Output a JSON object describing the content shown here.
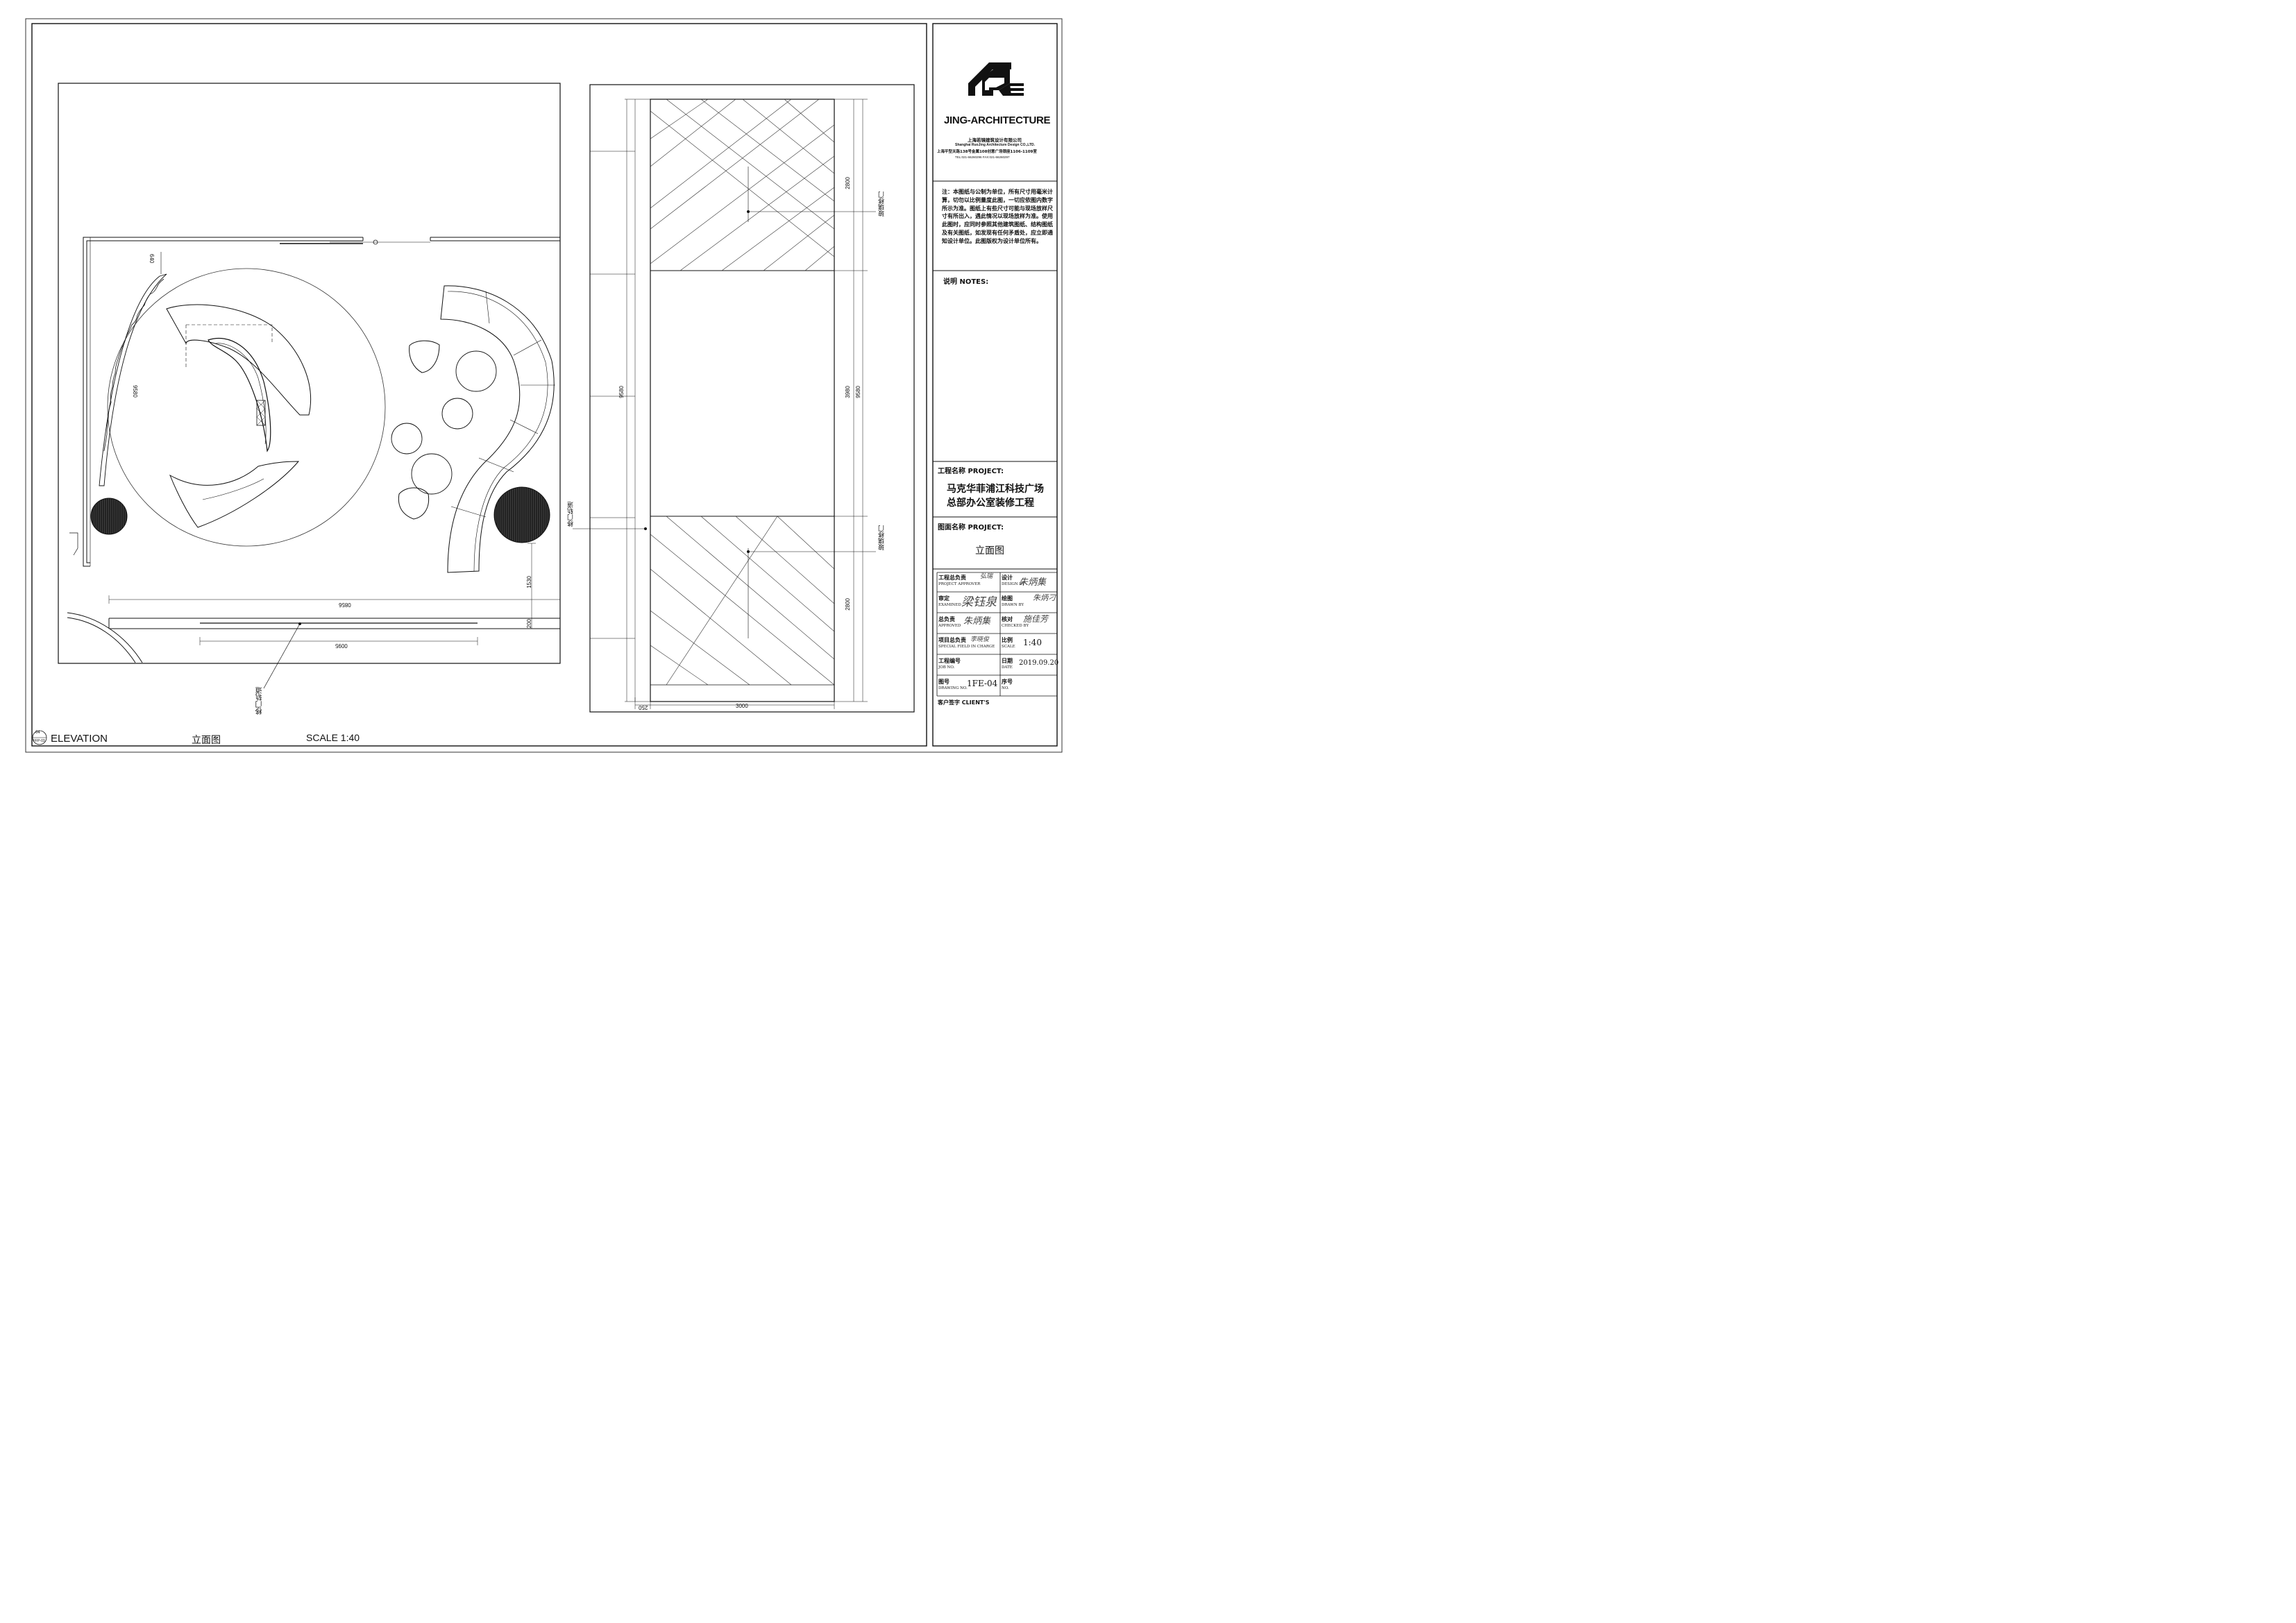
{
  "sheet": {
    "elevation_label": "ELEVATION",
    "elevation_cn": "立面图",
    "scale_label": "SCALE   1:40",
    "bubble_top": "04",
    "bubble_bottom": "FFP-03"
  },
  "plan": {
    "dim_640": "640",
    "dim_9580": "9580",
    "dim_5600_a": "0856",
    "dim_5600_b": "0095",
    "dim_1530": "1530",
    "dim_200": "200",
    "door_track": "移门轨道"
  },
  "elevation": {
    "dim_2800_top": "2800",
    "dim_3980": "3980",
    "dim_9580_right": "9580",
    "dim_9580_left": "9580",
    "dim_2800_bottom": "2800",
    "dim_250": "250",
    "dim_3000": "3000",
    "glass_door_top": "玻璃移门",
    "glass_door_bottom": "玻璃移门",
    "door_track_left": "移门轨道"
  },
  "titleblock": {
    "brand": "JING-ARCHITECTURE",
    "company_cn": "上海若镜建筑设计有限公司",
    "company_en": "Shanghai RuoJing Architecture Design CO.,LTD.",
    "address": "上海平型关路138号金属108创意广场银座1106-1109室",
    "tel_fax": "TEL:021-66260296    FAX:021-66260297",
    "notes_cn": "注：本图纸与公制为单位，所有尺寸用毫米计算，切勿以比例量度此图，一切应依图内数字所示为准。图纸上有些尺寸可能与现场放样尺寸有所出入，遇此情况以现场放样为准。使用此图时，应同时参照其他建筑图纸、结构图纸及有关图纸，如发现有任何矛盾处，应立即通知设计单位。此图版权为设计单位所有。",
    "notes_label": "说明  NOTES:",
    "project_label": "工程名称 PROJECT:",
    "project_name_1": "马克华菲浦江科技广场",
    "project_name_2": "总部办公室装修工程",
    "drawing_label": "图面名称 PROJECT:",
    "drawing_name": "立面图",
    "approver_cn": "工程总负责",
    "approver_en": "PROJECT APPROVER",
    "design_cn": "设计",
    "design_en": "DESIGN BY",
    "examined_cn": "审定",
    "examined_en": "EXAMINED",
    "drawn_cn": "绘图",
    "drawn_en": "DRAWN BY",
    "approved_cn": "总负责",
    "approved_en": "APPROVED",
    "checked_cn": "核对",
    "checked_en": "CHECKED BY",
    "special_cn": "项目总负责",
    "special_en": "SPECIAL FIELD IN CHARGE",
    "scale_cn": "比例",
    "scale_en": "SCALE",
    "scale_value": "1:40",
    "job_cn": "工程编号",
    "job_en": "JOB NO.",
    "date_cn": "日期",
    "date_en": "DATE",
    "date_value": "2019.09.20",
    "drawing_no_cn": "图号",
    "drawing_no_en": "DRAWING NO.",
    "drawing_no_value": "1FE-04",
    "seq_cn": "序号",
    "seq_en": "NO.",
    "client_sig": "客户签字 CLIENT'S"
  }
}
